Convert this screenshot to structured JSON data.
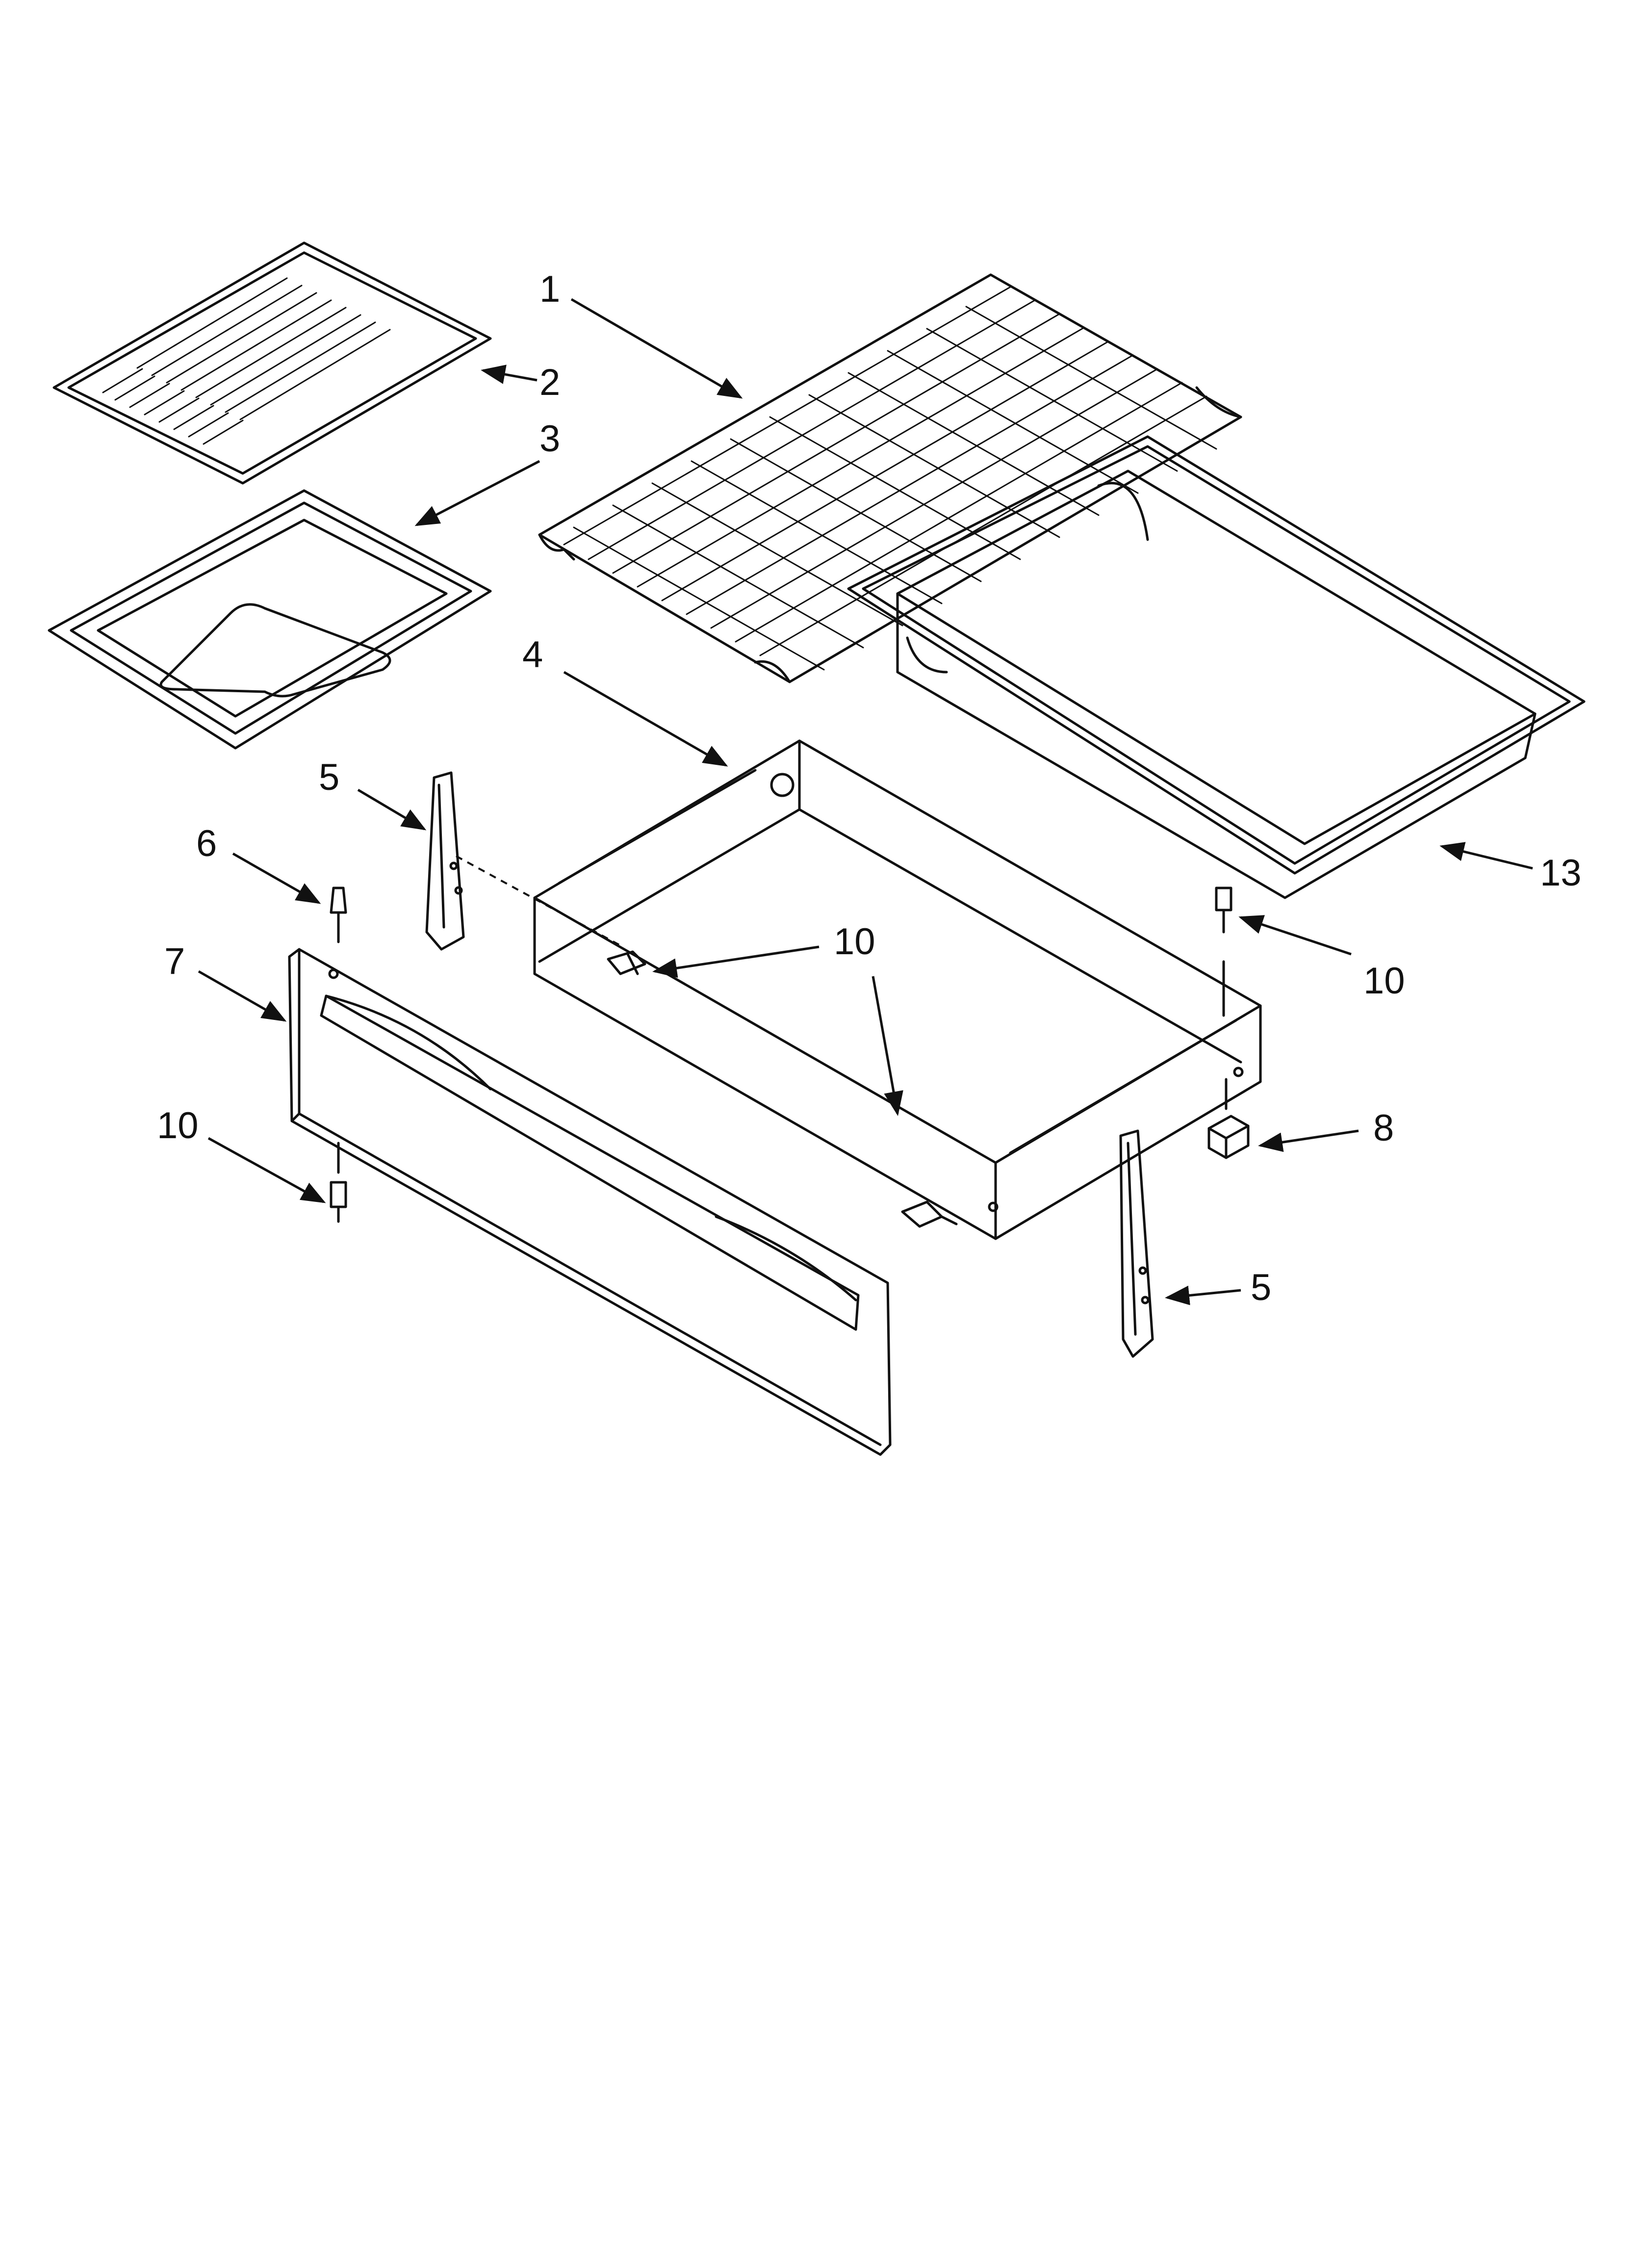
{
  "callouts": {
    "c1": "1",
    "c2": "2",
    "c3": "3",
    "c4": "4",
    "c5a": "5",
    "c5b": "5",
    "c6": "6",
    "c7": "7",
    "c8": "8",
    "c10a": "10",
    "c10b": "10",
    "c10c": "10",
    "c13": "13"
  }
}
